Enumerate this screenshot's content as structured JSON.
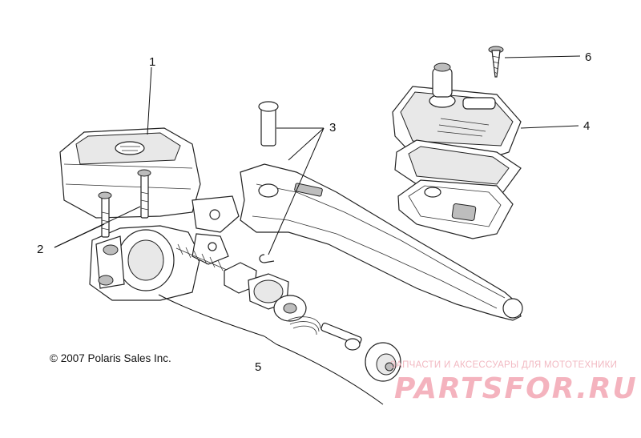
{
  "callouts": {
    "c1": "1",
    "c2": "2",
    "c3": "3",
    "c4": "4",
    "c5": "5",
    "c6": "6"
  },
  "copyright": "© 2007 Polaris Sales Inc.",
  "watermark": {
    "tagline": "ЗАПЧАСТИ И АКСЕССУАРЫ ДЛЯ МОТОТЕХНИКИ",
    "logo": "PARTSFOR.RU",
    "color": "#f4b3be"
  },
  "parts": [
    {
      "number": "1",
      "icon": "reservoir-body-icon"
    },
    {
      "number": "2",
      "icon": "screw-icon"
    },
    {
      "number": "3",
      "icon": "pivot-pin-and-lever-icon"
    },
    {
      "number": "4",
      "icon": "reservoir-cap-kit-icon"
    },
    {
      "number": "5",
      "icon": "piston-kit-icon"
    },
    {
      "number": "6",
      "icon": "small-screw-icon"
    }
  ]
}
